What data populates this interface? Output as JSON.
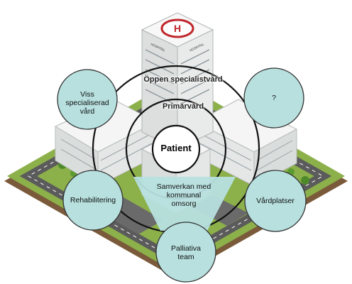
{
  "center": {
    "label": "Patient"
  },
  "rings": {
    "outer": "Öppen specialistvård",
    "inner": "Primärvård"
  },
  "nodes": {
    "top_left": "Viss specialiserad vård",
    "top_right": "?",
    "left": "Rehabilitering",
    "right": "Vårdplatser",
    "bottom": "Palliativa team"
  },
  "funnel": {
    "label": "Samverkan med kommunal omsorg"
  },
  "building_sign": {
    "letter": "H",
    "text": "HOSPITAL"
  },
  "colors": {
    "node_fill": "#b7e0df",
    "node_stroke": "#333333",
    "ring_stroke": "#111111",
    "ground": "#8cb04a",
    "road": "#5b5b5b",
    "building": "#e9eceb",
    "sign_red": "#c0272d"
  }
}
